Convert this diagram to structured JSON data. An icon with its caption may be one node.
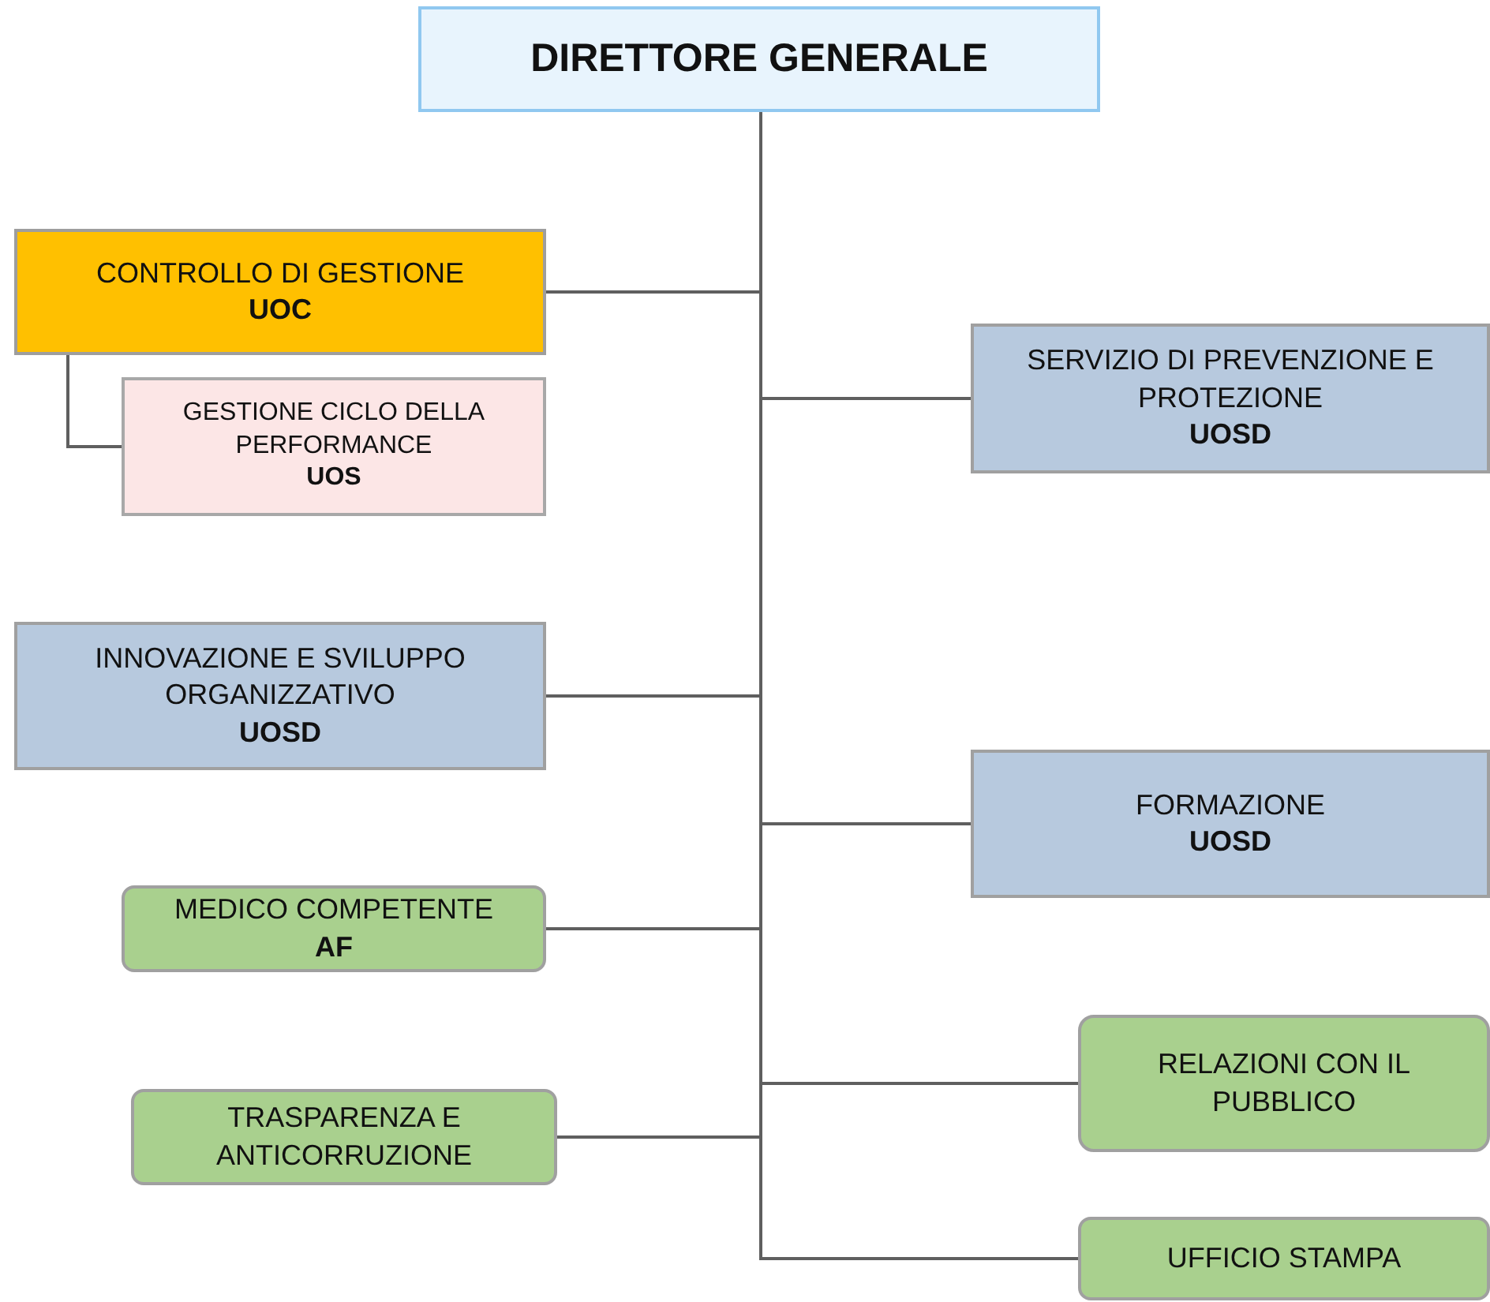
{
  "diagram": {
    "nodes": [
      {
        "text": [
          "DIRETTORE GENERALE"
        ]
      },
      {
        "text": [
          "CONTROLLO DI GESTIONE",
          "UOC"
        ]
      },
      {
        "text": [
          "GESTIONE CICLO DELLA PERFORMANCE",
          "UOS"
        ]
      },
      {
        "text": [
          "SERVIZIO DI PREVENZIONE E PROTEZIONE",
          "UOSD"
        ]
      },
      {
        "text": [
          "INNOVAZIONE E SVILUPPO ORGANIZZATIVO",
          "UOSD"
        ]
      },
      {
        "text": [
          "FORMAZIONE",
          "UOSD"
        ]
      },
      {
        "text": [
          "MEDICO COMPETENTE",
          "AF"
        ]
      },
      {
        "text": [
          "RELAZIONI CON IL PUBBLICO"
        ]
      },
      {
        "text": [
          "TRASPARENZA E ANTICORRUZIONE"
        ]
      },
      {
        "text": [
          "UFFICIO STAMPA"
        ]
      }
    ],
    "edges": [
      {
        "from": 0,
        "to": 1,
        "arrow": "none"
      },
      {
        "from": 0,
        "to": 3,
        "arrow": "none"
      },
      {
        "from": 0,
        "to": 4,
        "arrow": "none"
      },
      {
        "from": 0,
        "to": 5,
        "arrow": "none"
      },
      {
        "from": 0,
        "to": 6,
        "arrow": "none"
      },
      {
        "from": 0,
        "to": 7,
        "arrow": "none"
      },
      {
        "from": 0,
        "to": 8,
        "arrow": "none"
      },
      {
        "from": 0,
        "to": 9,
        "arrow": "none"
      },
      {
        "from": 1,
        "to": 2,
        "arrow": "none"
      }
    ]
  }
}
